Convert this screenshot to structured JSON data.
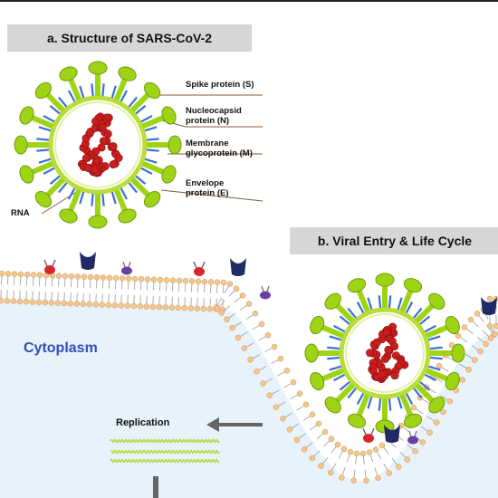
{
  "panel_a": {
    "title": "a. Structure of SARS-CoV-2",
    "labels": {
      "spike": "Spike protein (S)",
      "nucleocapsid_line1": "Nucleocapsid",
      "nucleocapsid_line2": "protein (N)",
      "membrane_line1": "Membrane",
      "membrane_line2": "glycoprotein (M)",
      "envelope_line1": "Envelope",
      "envelope_line2": "protein (E)",
      "rna": "RNA"
    }
  },
  "panel_b": {
    "title": "b. Viral Entry & Life Cycle",
    "cytoplasm": "Cytoplasm",
    "replication": "Replication"
  },
  "colors": {
    "spike": "#9fd416",
    "spike_dark": "#6e9c0a",
    "membrane_protein": "#3a6fd8",
    "rna": "#c81e1e",
    "cytoplasm": "#e8f2fa",
    "lipid_head": "#f2c68c",
    "receptor_navy": "#1f2a66",
    "receptor_red": "#d6262a",
    "receptor_purple": "#6b3fa0"
  }
}
